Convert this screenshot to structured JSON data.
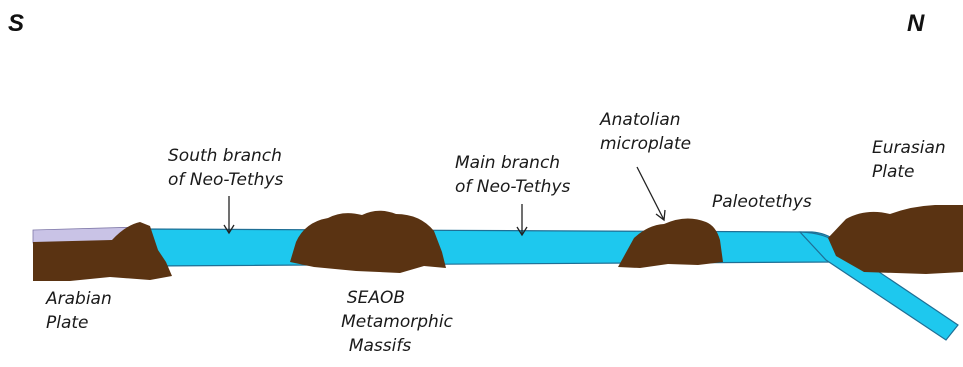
{
  "compass": {
    "south": "S",
    "north": "N"
  },
  "labels": {
    "south_branch": [
      "South branch",
      "of Neo-Tethys"
    ],
    "main_branch": [
      "Main branch",
      "of Neo-Tethys"
    ],
    "anatolian": [
      "Anatolian",
      "microplate"
    ],
    "paleotethys": "Paleotethys",
    "eurasian": [
      "Eurasian",
      "Plate"
    ],
    "arabian": [
      "Arabian",
      "Plate"
    ],
    "seaob": [
      "SEAOB",
      "Metamorphic",
      "Massifs"
    ]
  },
  "colors": {
    "ocean": "#1ec8ee",
    "ocean_outline": "#1f6f95",
    "continent": "#5a3312",
    "shelf": "#c9c3e6"
  }
}
